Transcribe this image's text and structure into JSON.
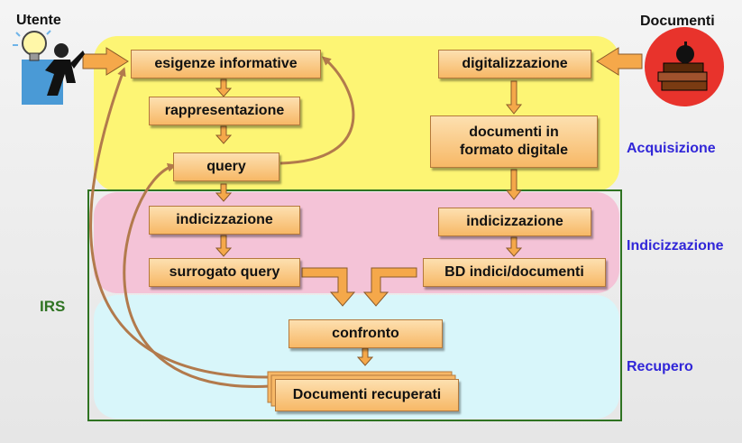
{
  "actors": {
    "user": "Utente",
    "documents": "Documenti"
  },
  "zones": {
    "acquisition": "Acquisizione",
    "indexing": "Indicizzazione",
    "retrieval": "Recupero",
    "system": "IRS"
  },
  "boxes": {
    "needs": "esigenze informative",
    "representation": "rappresentazione",
    "query": "query",
    "query_indexing": "indicizzazione",
    "query_surrogate": "surrogato query",
    "digitization": "digitalizzazione",
    "digital_docs": "documenti in formato digitale",
    "doc_indexing": "indicizzazione",
    "db_index": "BD indici/documenti",
    "matching": "confronto",
    "retrieved": "Documenti recuperati"
  },
  "colors": {
    "acquisition_zone": "#fdf574",
    "indexing_zone": "#f4c3d7",
    "retrieval_zone": "#d8f6fa",
    "zone_label": "#3126d8",
    "system_label": "#2f7322",
    "box_fill": "#f7b866",
    "feedback_arrow": "#b27a4c"
  },
  "icons": {
    "user": "person-lightbulb-icon",
    "documents": "books-apple-icon"
  }
}
